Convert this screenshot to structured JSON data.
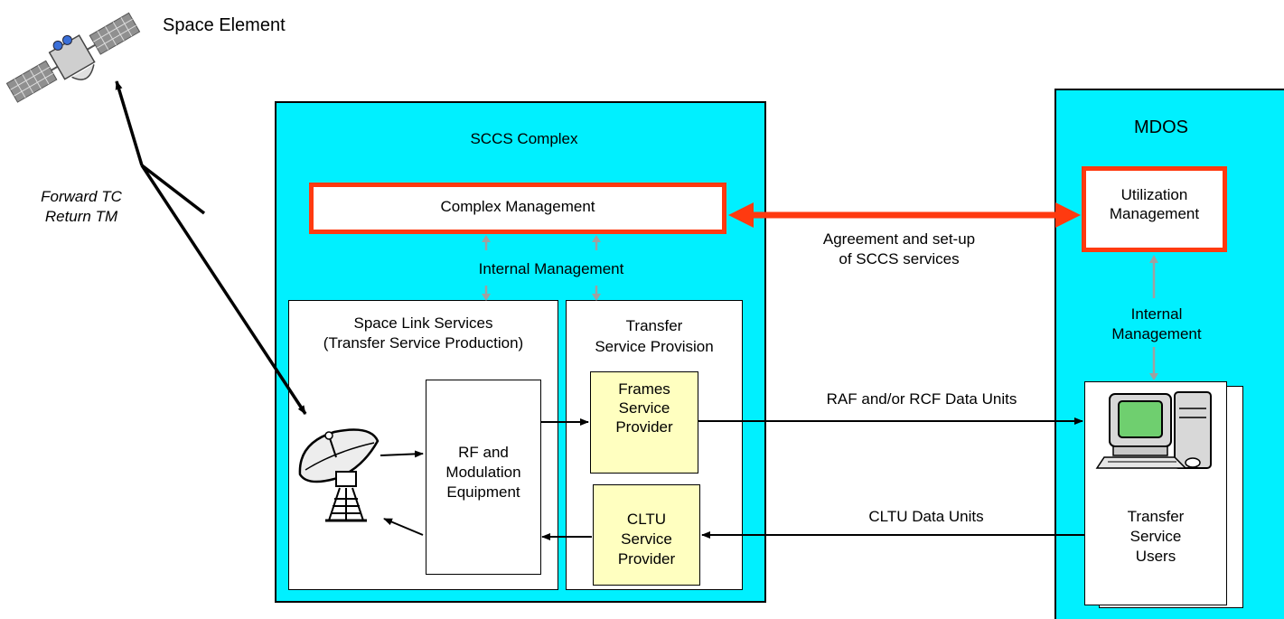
{
  "space_element": {
    "label": "Space Element"
  },
  "link_label": {
    "line1": "Forward TC",
    "line2": "Return TM"
  },
  "sccs": {
    "title": "SCCS Complex",
    "complex_management": "Complex Management",
    "internal_management": "Internal Management",
    "space_link": {
      "line1": "Space Link Services",
      "line2": "(Transfer Service Production)"
    },
    "rf_equipment": {
      "line1": "RF and",
      "line2": "Modulation",
      "line3": "Equipment"
    },
    "transfer_provision": {
      "line1": "Transfer",
      "line2": "Service Provision"
    },
    "frames_provider": {
      "line1": "Frames",
      "line2": "Service",
      "line3": "Provider"
    },
    "cltu_provider": {
      "line1": "CLTU",
      "line2": "Service",
      "line3": "Provider"
    }
  },
  "mdos": {
    "title": "MDOS",
    "utilization": {
      "line1": "Utilization",
      "line2": "Management"
    },
    "internal": {
      "line1": "Internal",
      "line2": "Management"
    },
    "users": {
      "line1": "Transfer",
      "line2": "Service",
      "line3": "Users"
    }
  },
  "flows": {
    "agreement": {
      "line1": "Agreement and set-up",
      "line2": "of SCCS services"
    },
    "raf_rcf": "RAF and/or RCF Data Units",
    "cltu": "CLTU Data Units"
  },
  "colors": {
    "cyan": "#00f0ff",
    "red": "#ff3a10",
    "yellow": "#ffffc0",
    "gray": "#a0a0a0"
  }
}
